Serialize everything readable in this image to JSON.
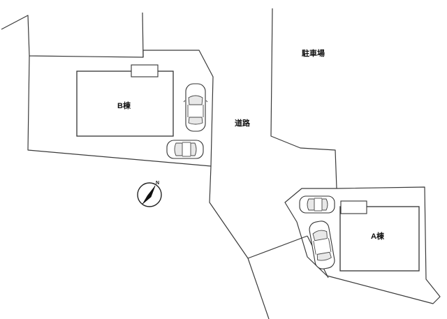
{
  "labels": {
    "building_b": "B棟",
    "building_a": "A棟",
    "road": "道路",
    "parking": "駐車場",
    "north": "N"
  }
}
